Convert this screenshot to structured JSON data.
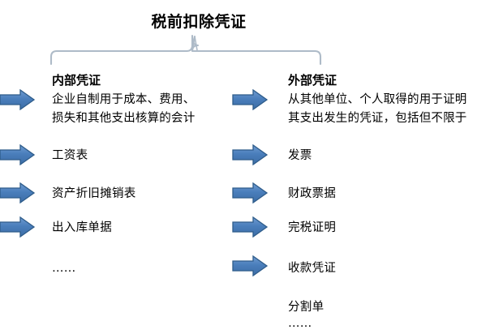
{
  "diagram": {
    "title": "税前扣除凭证",
    "background_color": "#ffffff",
    "brace": {
      "name": "curly-brace",
      "color": "#aebbc8"
    },
    "arrow_style": {
      "fill_color": "#4472a8",
      "border_color": "#2e5c8a",
      "icon": "right-arrow-icon"
    },
    "columns": [
      {
        "id": "internal",
        "heading": "内部凭证",
        "description_lines": [
          "企业自制用于成本、费用、",
          "损失和其他支出核算的会计"
        ],
        "items": [
          "工资表",
          "资产折旧摊销表",
          "出入库单据"
        ],
        "ellipsis": "……",
        "arrow_count": 4
      },
      {
        "id": "external",
        "heading": "外部凭证",
        "description_lines": [
          "从其他单位、个人取得的用于证明",
          "其支出发生的凭证，包括但不限于"
        ],
        "items": [
          "发票",
          "财政票据",
          "完税证明",
          "收款凭证",
          "分割单"
        ],
        "ellipsis": "……",
        "arrow_count": 5
      }
    ]
  }
}
